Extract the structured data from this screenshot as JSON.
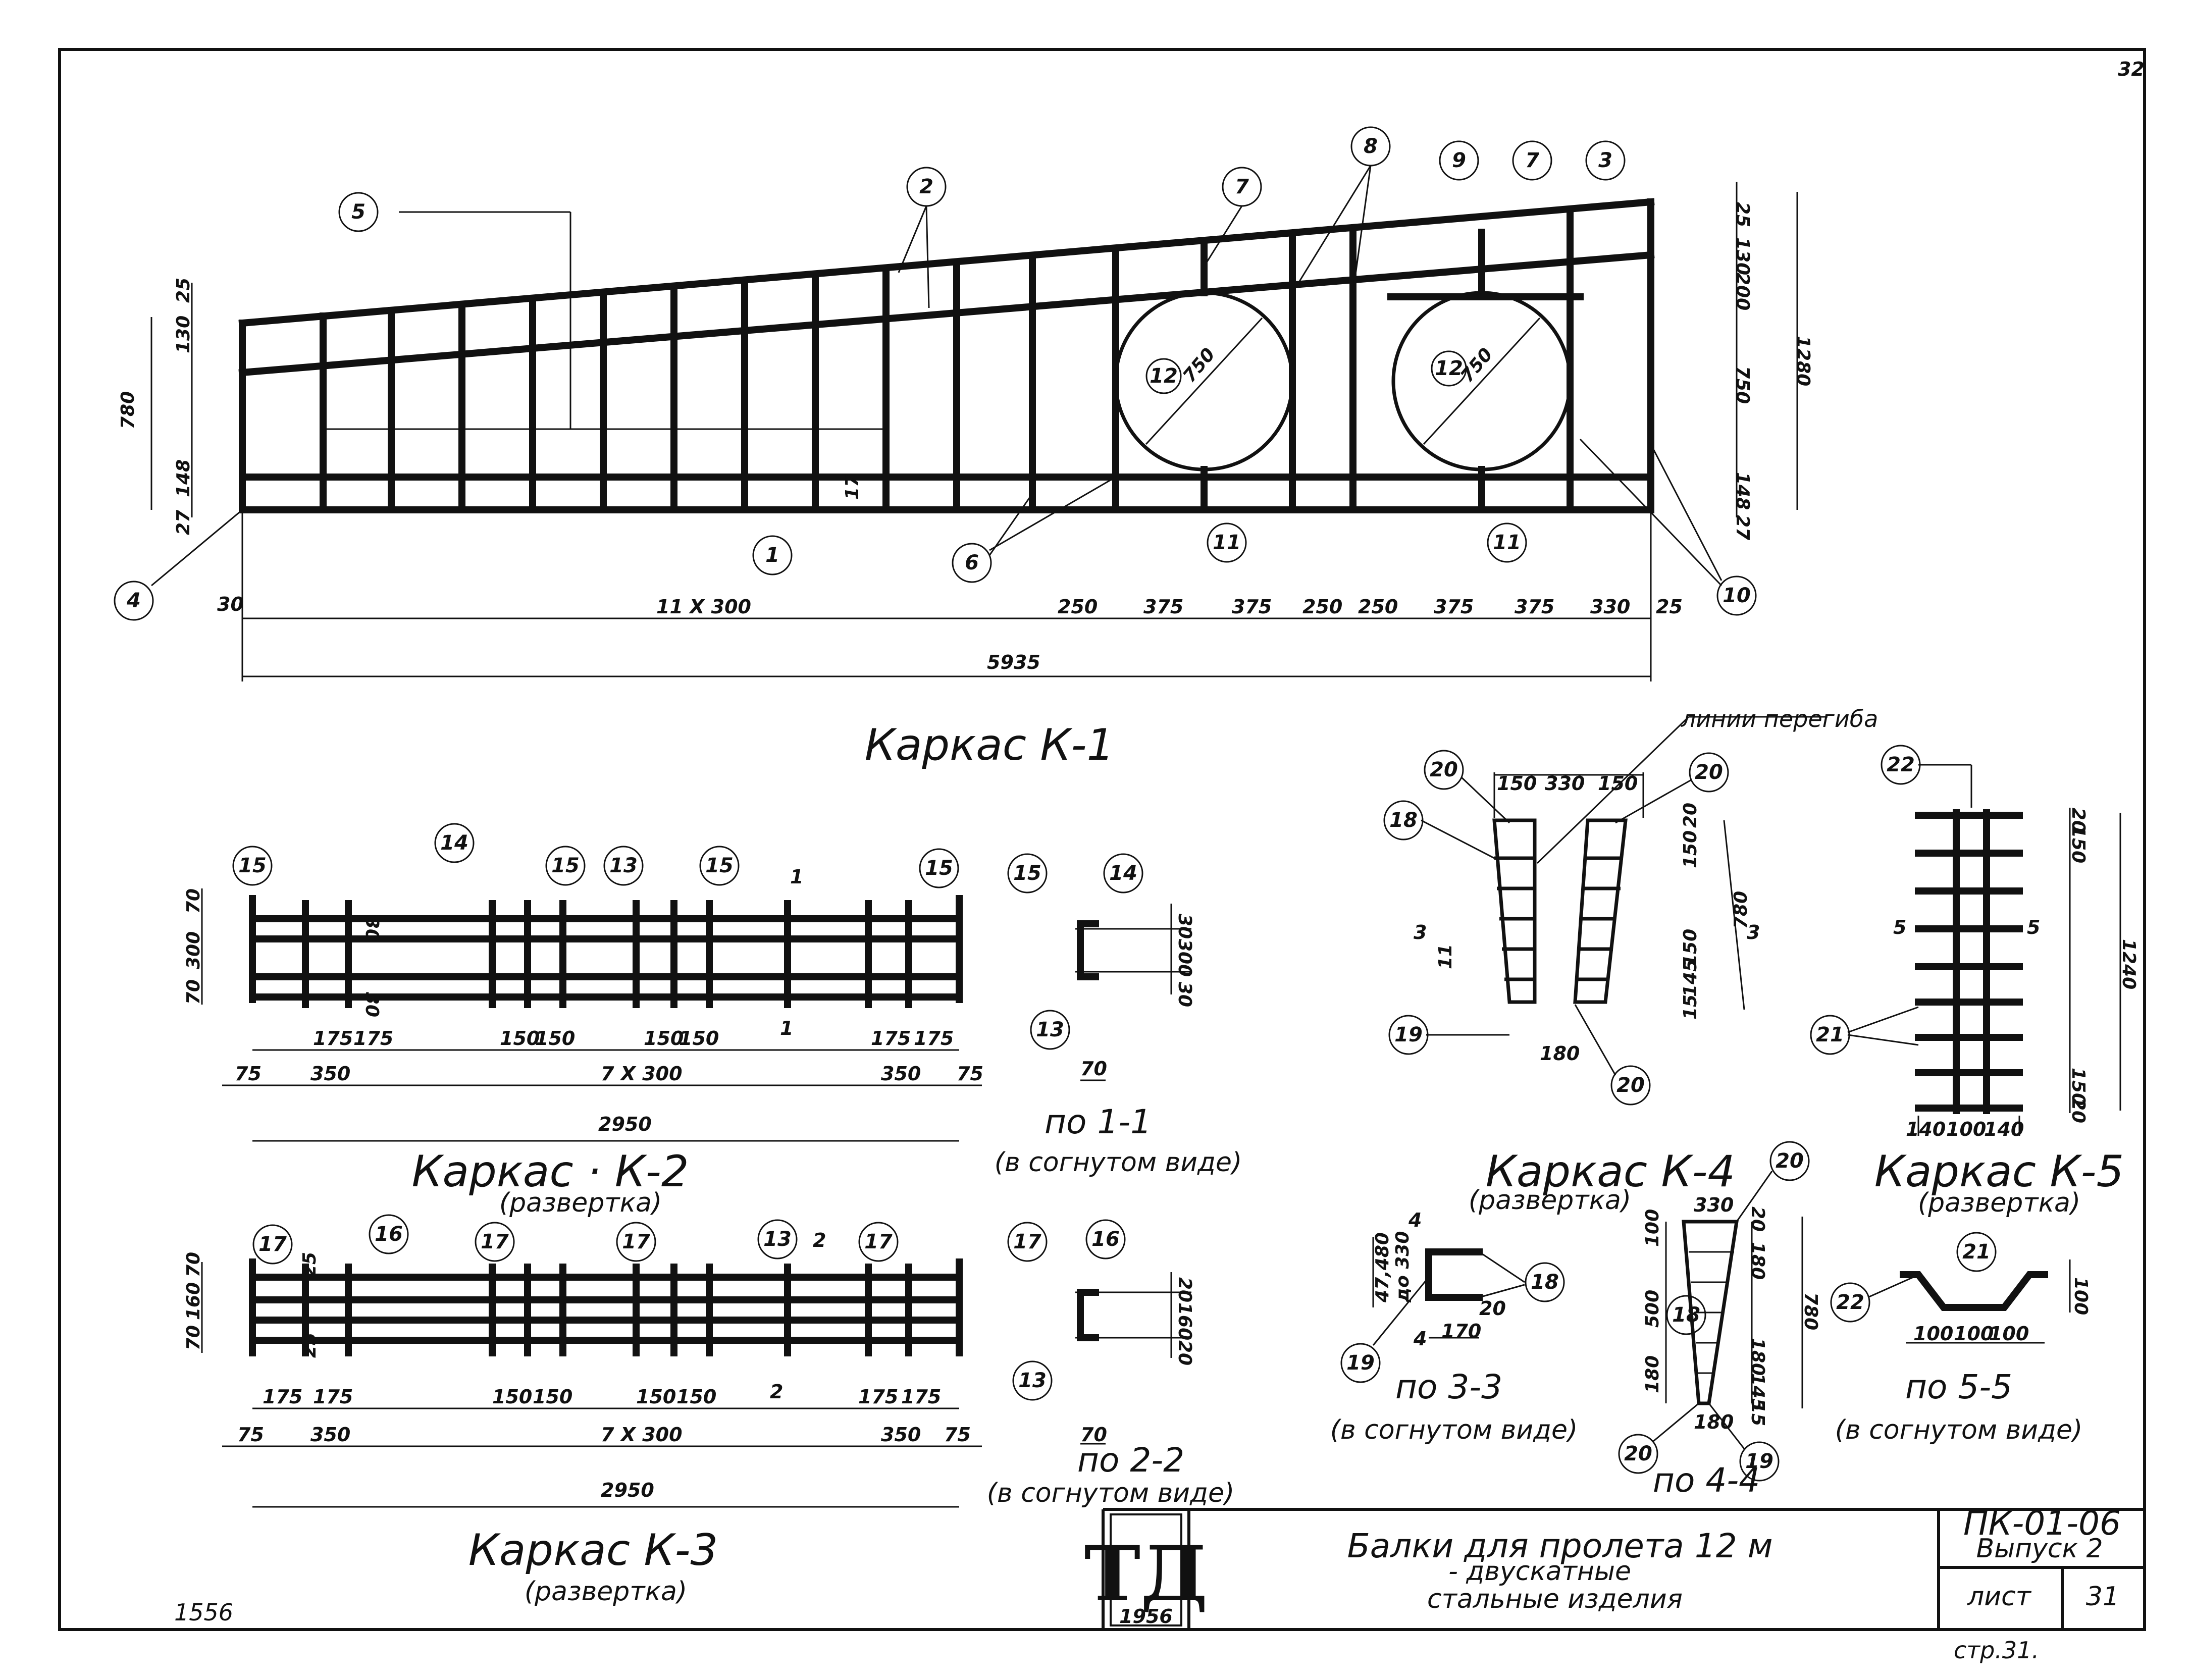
{
  "sheet": {
    "page_number": "32",
    "bottom_left_note": "1556",
    "page_ref": "стр.31."
  },
  "title_block": {
    "logo": "ТД",
    "year": "1956",
    "title_line1": "Балки для пролета  12 м",
    "title_line2": "- двускатные",
    "title_line3": "стальные изделия",
    "code": "ПК-01-06",
    "issue": "Выпуск 2",
    "sheet_label": "лист",
    "sheet_no": "31"
  },
  "k1": {
    "title": "Каркас К-1",
    "left_dims": [
      "25",
      "130",
      "780",
      "148",
      "27"
    ],
    "right_dims": [
      "25",
      "130",
      "200",
      "750",
      "148",
      "27",
      "1280"
    ],
    "bottom_dims": [
      "30",
      "11 X 300",
      "250",
      "375",
      "375",
      "250",
      "250",
      "375",
      "375",
      "330",
      "25"
    ],
    "total": "5935",
    "circle_dim": "750",
    "small_dim": "17",
    "tags": [
      "1",
      "2",
      "3",
      "4",
      "5",
      "6",
      "7",
      "7",
      "8",
      "9",
      "10",
      "11",
      "11",
      "12",
      "12"
    ]
  },
  "k2": {
    "title": "Каркас · К-2",
    "subtitle": "(развертка)",
    "left_dims": [
      "70",
      "300",
      "70"
    ],
    "inner_dims": [
      "30",
      "30"
    ],
    "bottom_small": [
      "175",
      "175",
      "150",
      "150",
      "150",
      "150",
      "175",
      "175"
    ],
    "bottom_mid": [
      "75",
      "350",
      "7 X 300",
      "350",
      "75"
    ],
    "total": "2950",
    "section_mark": "1",
    "tags": [
      "15",
      "14",
      "15",
      "13",
      "15",
      "15"
    ]
  },
  "sec11": {
    "title": "по 1-1",
    "subtitle": "(в согнутом виде)",
    "dims": [
      "30",
      "300",
      "30"
    ],
    "width": "70",
    "tags": [
      "15",
      "14",
      "13"
    ]
  },
  "k3": {
    "title": "Каркас  К-3",
    "subtitle": "(развертка)",
    "left_dims": [
      "70",
      "160",
      "70"
    ],
    "inner_dims": [
      "25",
      "25"
    ],
    "bottom_small": [
      "175",
      "175",
      "150",
      "150",
      "150",
      "150",
      "175",
      "175"
    ],
    "bottom_mid": [
      "75",
      "350",
      "7 X 300",
      "350",
      "75"
    ],
    "total": "2950",
    "section_mark": "2",
    "tags": [
      "17",
      "16",
      "17",
      "17",
      "13",
      "17"
    ]
  },
  "sec22": {
    "title": "по 2-2",
    "subtitle": "(в согнутом виде)",
    "dims": [
      "20",
      "160",
      "20"
    ],
    "width": "70",
    "tags": [
      "17",
      "16",
      "13"
    ]
  },
  "k4": {
    "title": "Каркас  К-4",
    "subtitle": "(развертка)",
    "top_dims": [
      "150",
      "330",
      "150"
    ],
    "right_dims": [
      "20",
      "150",
      "„",
      "„",
      "780",
      "„",
      "150",
      "145",
      "15"
    ],
    "left_dim": "11",
    "bottom_dim": "180",
    "bend_label": "линии перегиба",
    "section_mark": "3",
    "tags": [
      "20",
      "20",
      "18",
      "19",
      "20"
    ]
  },
  "sec33": {
    "title": "по 3-3",
    "subtitle": "(в согнутом виде)",
    "dims": [
      "47,480",
      "до 330"
    ],
    "width": "170",
    "small": "20",
    "section_mark": "4",
    "tags": [
      "18",
      "19"
    ]
  },
  "sec44": {
    "title": "по 4-4",
    "top": "330",
    "bottom": "180",
    "left_dims": [
      "100",
      "500",
      "180"
    ],
    "right_dims": [
      "20",
      "180",
      "„",
      "„",
      "180",
      "145",
      "15"
    ],
    "total": "780",
    "tags": [
      "20",
      "18",
      "20",
      "19"
    ]
  },
  "k5": {
    "title": "Каркас  К-5",
    "subtitle": "(развертка)",
    "right_dims": [
      "20",
      "150",
      "„",
      "„",
      "„",
      "„",
      "„",
      "150",
      "20"
    ],
    "total": "1240",
    "bottom_dims": [
      "140",
      "100",
      "140"
    ],
    "section_mark": "5",
    "tags": [
      "22",
      "21"
    ]
  },
  "sec55": {
    "title": "по 5-5",
    "subtitle": "(в согнутом виде)",
    "dims": [
      "100",
      "100",
      "100"
    ],
    "height": "100",
    "tags": [
      "21",
      "22"
    ]
  }
}
